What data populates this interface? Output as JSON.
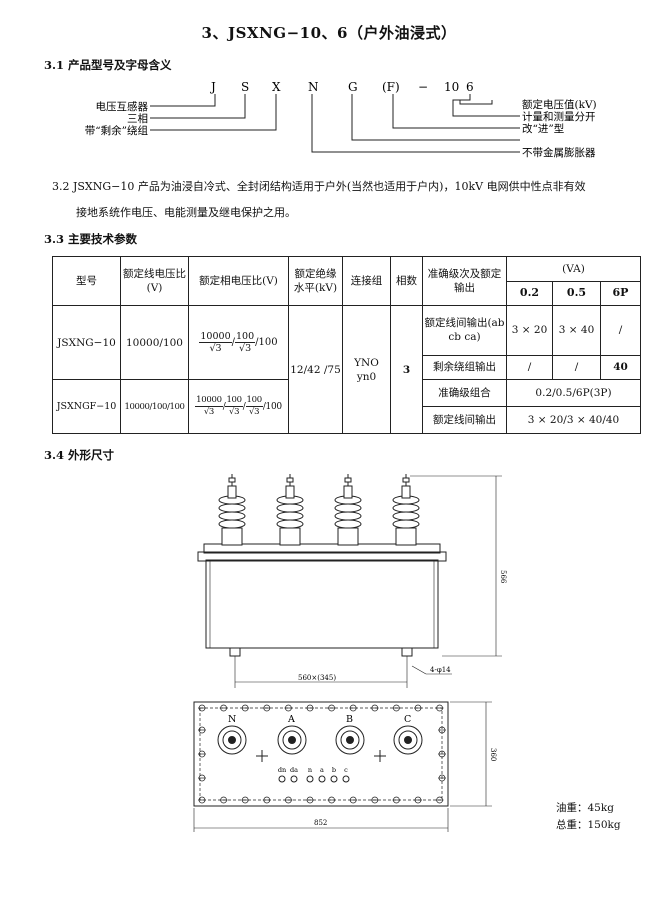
{
  "title": "3、JSXNG−10、6（户外油浸式）",
  "section31": {
    "heading": "3.1 产品型号及字母含义",
    "code_letters": [
      "J",
      "S",
      "X",
      "N",
      "G",
      "(F)",
      "−",
      "10",
      "6"
    ],
    "left_labels": [
      "电压互感器",
      "三相",
      "带“剩余”绕组"
    ],
    "right_labels": [
      "额定电压值(kV)",
      "计量和测量分开",
      "改“进”型",
      "不带金属膨胀器"
    ]
  },
  "section32": {
    "line1": "3.2 JSXNG−10 产品为油浸自冷式、全封闭结构适用于户外(当然也适用于户内)，10kV 电网供中性点非有效",
    "line2": "接地系统作电压、电能测量及继电保护之用。"
  },
  "section33": {
    "heading": "3.3 主要技术参数",
    "headers": {
      "model": "型号",
      "rated_line": "额定线电压比(V)",
      "rated_phase": "额定相电压比(V)",
      "insulation": "额定绝缘水平(kV)",
      "connection": "连接组",
      "phases": "相数",
      "accuracy": "准确级次及额定输出",
      "va": "(VA)",
      "c1": "0.2",
      "c2": "0.5",
      "c3": "6P"
    },
    "row1": {
      "model": "JSXNG−10",
      "line_ratio": "10000/100",
      "ph_n1": "10000",
      "ph_d1": "√3",
      "ph_n2": "100",
      "ph_d2": "√3",
      "ph_tail": "/100",
      "insulation": "12/42 /75",
      "connection": "YNO yn0",
      "phases": "3",
      "sub1_label": "额定线间输出(ab cb ca)",
      "sub1_v1": "3 × 20",
      "sub1_v2": "3 × 40",
      "sub1_v3": "/",
      "sub2_label": "剩余绕组输出",
      "sub2_v1": "/",
      "sub2_v2": "/",
      "sub2_v3": "40"
    },
    "row2": {
      "model": "JSXNGF−10",
      "line_ratio": "10000/100/100",
      "ph_n1": "10000",
      "ph_d1": "√3",
      "ph_n2": "100",
      "ph_d2": "√3",
      "ph_n3": "100",
      "ph_d3": "√3",
      "ph_tail": "/100",
      "sub1_label": "准确级组合",
      "sub1_value": "0.2/0.5/6P(3P)",
      "sub2_label": "额定线间输出",
      "sub2_value": "3 × 20/3 × 40/40"
    }
  },
  "section34": {
    "heading": "3.4 外形尺寸",
    "dim_height": "566",
    "dim_base": "560×(345)",
    "dim_hole": "4-φ14",
    "dim_depth": "360",
    "dim_length": "852",
    "terminals": [
      "N",
      "A",
      "B",
      "C"
    ],
    "secondary_terminals": [
      "dn",
      "da",
      "n",
      "a",
      "b",
      "c"
    ]
  },
  "weights": {
    "oil": "油重：45kg",
    "total": "总重：150kg"
  }
}
